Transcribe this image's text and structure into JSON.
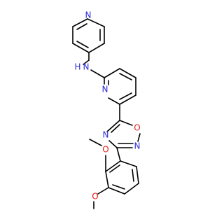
{
  "molecule": {
    "colors": {
      "carbon_bond": "#000000",
      "nitrogen": "#2b2bd6",
      "oxygen": "#e0201b"
    },
    "atom_labels": {
      "pyridine_top_n": "N",
      "amine_nh": "N",
      "amine_h": "H",
      "central_pyridine_n": "N",
      "oxadiazole_o": "O",
      "oxadiazole_n_right": "N",
      "oxadiazole_n_left": "N",
      "methoxy_o_upper": "O",
      "methoxy_o_lower": "O"
    }
  }
}
